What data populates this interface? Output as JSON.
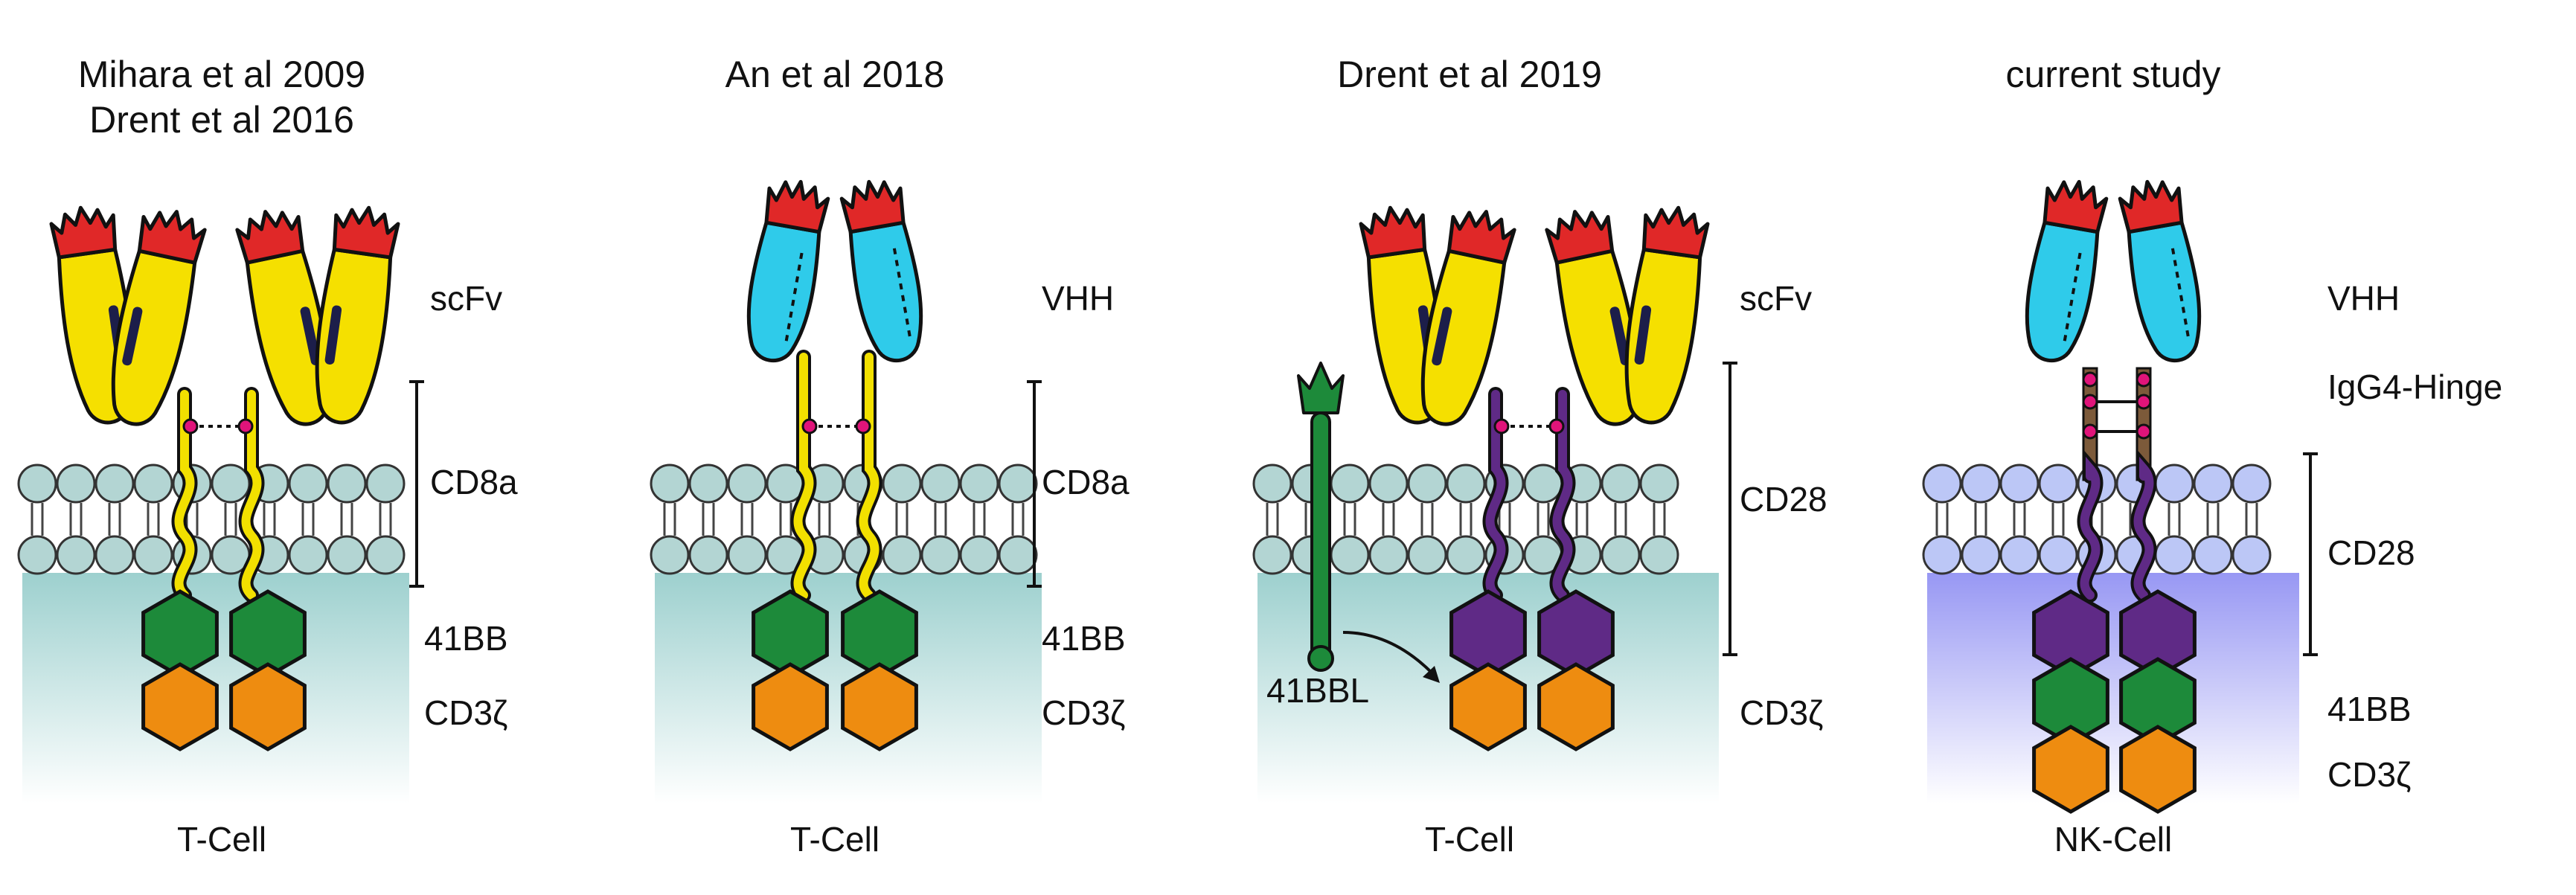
{
  "colors": {
    "scfv": "#f5e000",
    "vhh": "#2fcbea",
    "cdr": "#e02828",
    "cd8a_stalk": "#f2e000",
    "cd28": "#5f2a86",
    "hinge": "#7c5a3a",
    "domain_41bb": "#1d8a3a",
    "domain_cd3z": "#ee8c10",
    "membrane_head": "#b3d5d3",
    "membrane_head_nk": "#bcc7f6",
    "disulfide": "#e0147a",
    "tcell_cytoplasm": "#8cc8c6",
    "nkcell_cytoplasm": "#8c8cf2"
  },
  "panels": [
    {
      "title_lines": [
        "Mihara et al 2009",
        "Drent et al 2016"
      ],
      "binder_label": "scFv",
      "stalk_label": "CD8a",
      "domain_labels": [
        "41BB",
        "CD3ζ"
      ],
      "cell_label": "T-Cell"
    },
    {
      "title_lines": [
        "An et al 2018"
      ],
      "binder_label": "VHH",
      "stalk_label": "CD8a",
      "domain_labels": [
        "41BB",
        "CD3ζ"
      ],
      "cell_label": "T-Cell"
    },
    {
      "title_lines": [
        "Drent et al 2019"
      ],
      "binder_label": "scFv",
      "stalk_label": "CD28",
      "domain_labels": [
        "CD3ζ"
      ],
      "ligand_label": "41BBL",
      "cell_label": "T-Cell"
    },
    {
      "title_lines": [
        "current study"
      ],
      "binder_label": "VHH",
      "hinge_label": "IgG4-Hinge",
      "stalk_label": "CD28",
      "domain_labels": [
        "41BB",
        "CD3ζ"
      ],
      "cell_label": "NK-Cell"
    }
  ]
}
